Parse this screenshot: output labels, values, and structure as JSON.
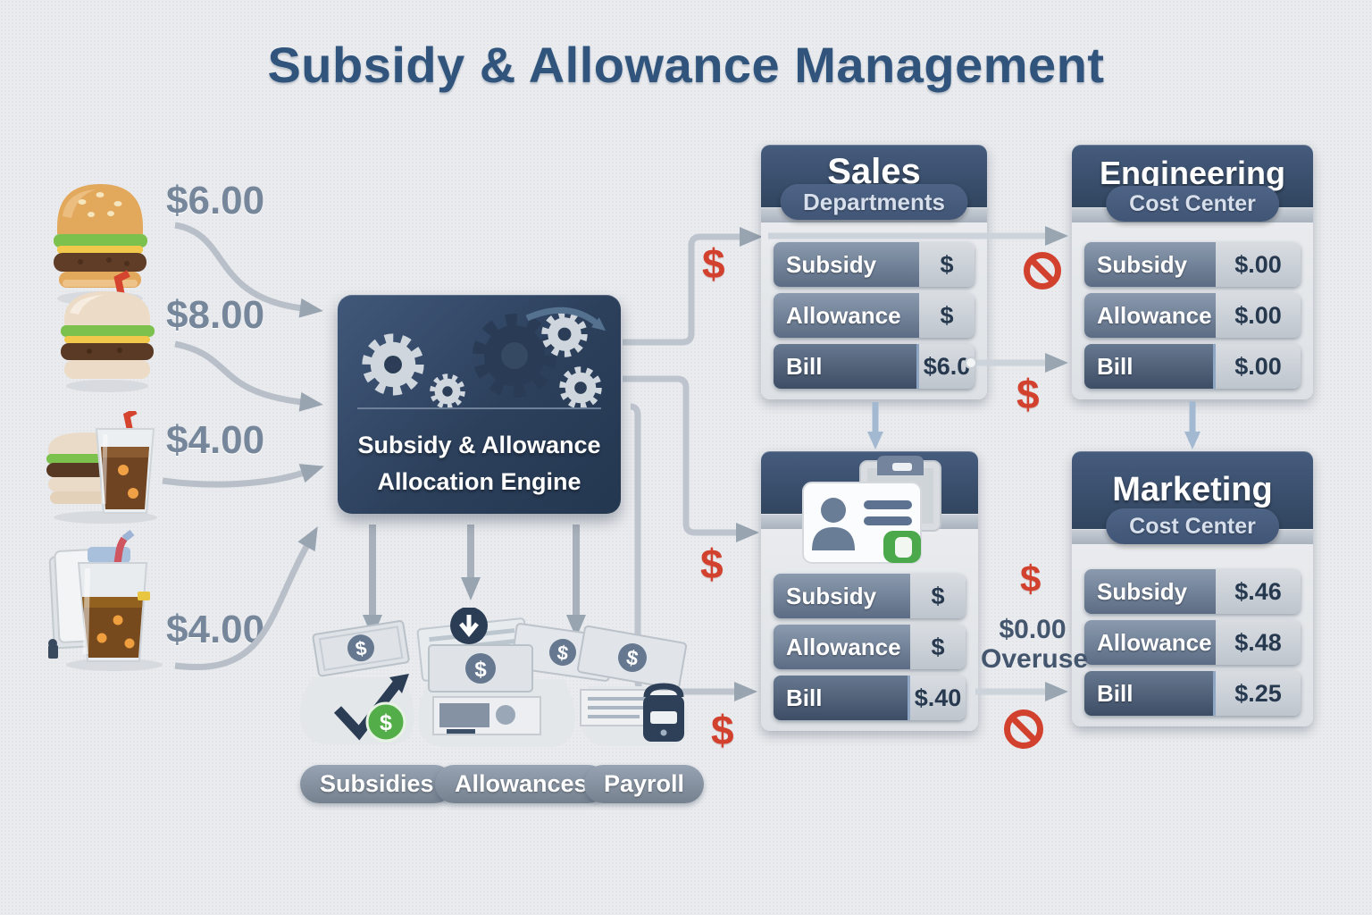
{
  "title": "Subsidy & Allowance Management",
  "glyphs": {
    "dollar": "$"
  },
  "food_items": [
    {
      "name": "cheeseburger",
      "price": "$6.00"
    },
    {
      "name": "burger-with-straw",
      "price": "$8.00"
    },
    {
      "name": "burger-and-drink-combo",
      "price": "$4.00"
    },
    {
      "name": "iced-drink-with-card",
      "price": "$4.00"
    }
  ],
  "engine": {
    "line1": "Subsidy & Allowance",
    "line2": "Allocation Engine"
  },
  "outputs": [
    {
      "label": "Subsidies"
    },
    {
      "label": "Allowances"
    },
    {
      "label": "Payroll"
    }
  ],
  "cards": {
    "sales": {
      "title": "Sales",
      "subtitle": "Departments",
      "rows": [
        {
          "label": "Subsidy",
          "value": "$"
        },
        {
          "label": "Allowance",
          "value": "$"
        },
        {
          "label": "Bill",
          "value": "$6.0"
        }
      ]
    },
    "engineering": {
      "title": "Engineering",
      "subtitle": "Cost Center",
      "rows": [
        {
          "label": "Subsidy",
          "value": "$.00"
        },
        {
          "label": "Allowance",
          "value": "$.00"
        },
        {
          "label": "Bill",
          "value": "$.00"
        }
      ]
    },
    "employee": {
      "rows": [
        {
          "label": "Subsidy",
          "value": "$"
        },
        {
          "label": "Allowance",
          "value": "$"
        },
        {
          "label": "Bill",
          "value": "$.40"
        }
      ]
    },
    "marketing": {
      "title": "Marketing",
      "subtitle": "Cost Center",
      "rows": [
        {
          "label": "Subsidy",
          "value": "$.46"
        },
        {
          "label": "Allowance",
          "value": "$.48"
        },
        {
          "label": "Bill",
          "value": "$.25"
        }
      ]
    }
  },
  "annotations": {
    "overuse_amount": "$0.00",
    "overuse_label": "Overuse"
  },
  "colors": {
    "accent_red": "#d2402e",
    "navy": "#31455f",
    "slate": "#5c6d85",
    "green": "#4ba94b",
    "background": "#e9ebee"
  }
}
